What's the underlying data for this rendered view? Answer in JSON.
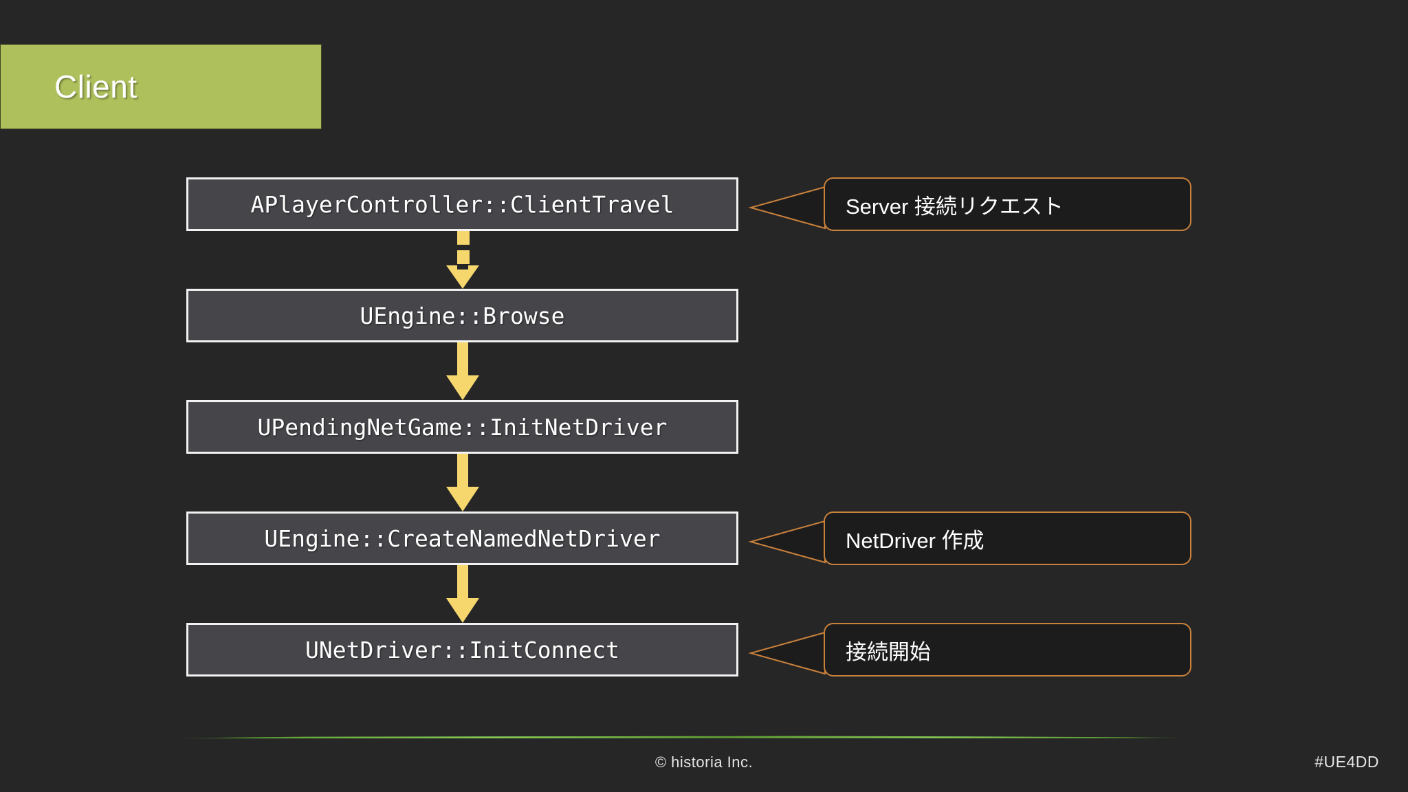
{
  "slide": {
    "background_color": "#262626",
    "title": {
      "text": "Client",
      "banner_color": "#aec05c",
      "text_color": "#ffffff"
    },
    "flow": {
      "box_fill": "#46464a",
      "box_border": "#f2f2f2",
      "arrow_color": "#f5d76e",
      "steps": [
        {
          "label": "APlayerController::ClientTravel"
        },
        {
          "label": "UEngine::Browse"
        },
        {
          "label": "UPendingNetGame::InitNetDriver"
        },
        {
          "label": "UEngine::CreateNamedNetDriver"
        },
        {
          "label": "UNetDriver::InitConnect"
        }
      ],
      "connectors": [
        {
          "style": "dashed"
        },
        {
          "style": "solid"
        },
        {
          "style": "solid"
        },
        {
          "style": "solid"
        }
      ]
    },
    "callouts": {
      "border_color": "#c9813c",
      "fill_color": "#1c1c1c",
      "items": [
        {
          "text": "Server 接続リクエスト"
        },
        {
          "text": "NetDriver 作成"
        },
        {
          "text": "接続開始"
        }
      ]
    },
    "footer": {
      "accent_color": "#6ab23c",
      "copyright": "© historia Inc.",
      "hashtag": "#UE4DD"
    }
  }
}
